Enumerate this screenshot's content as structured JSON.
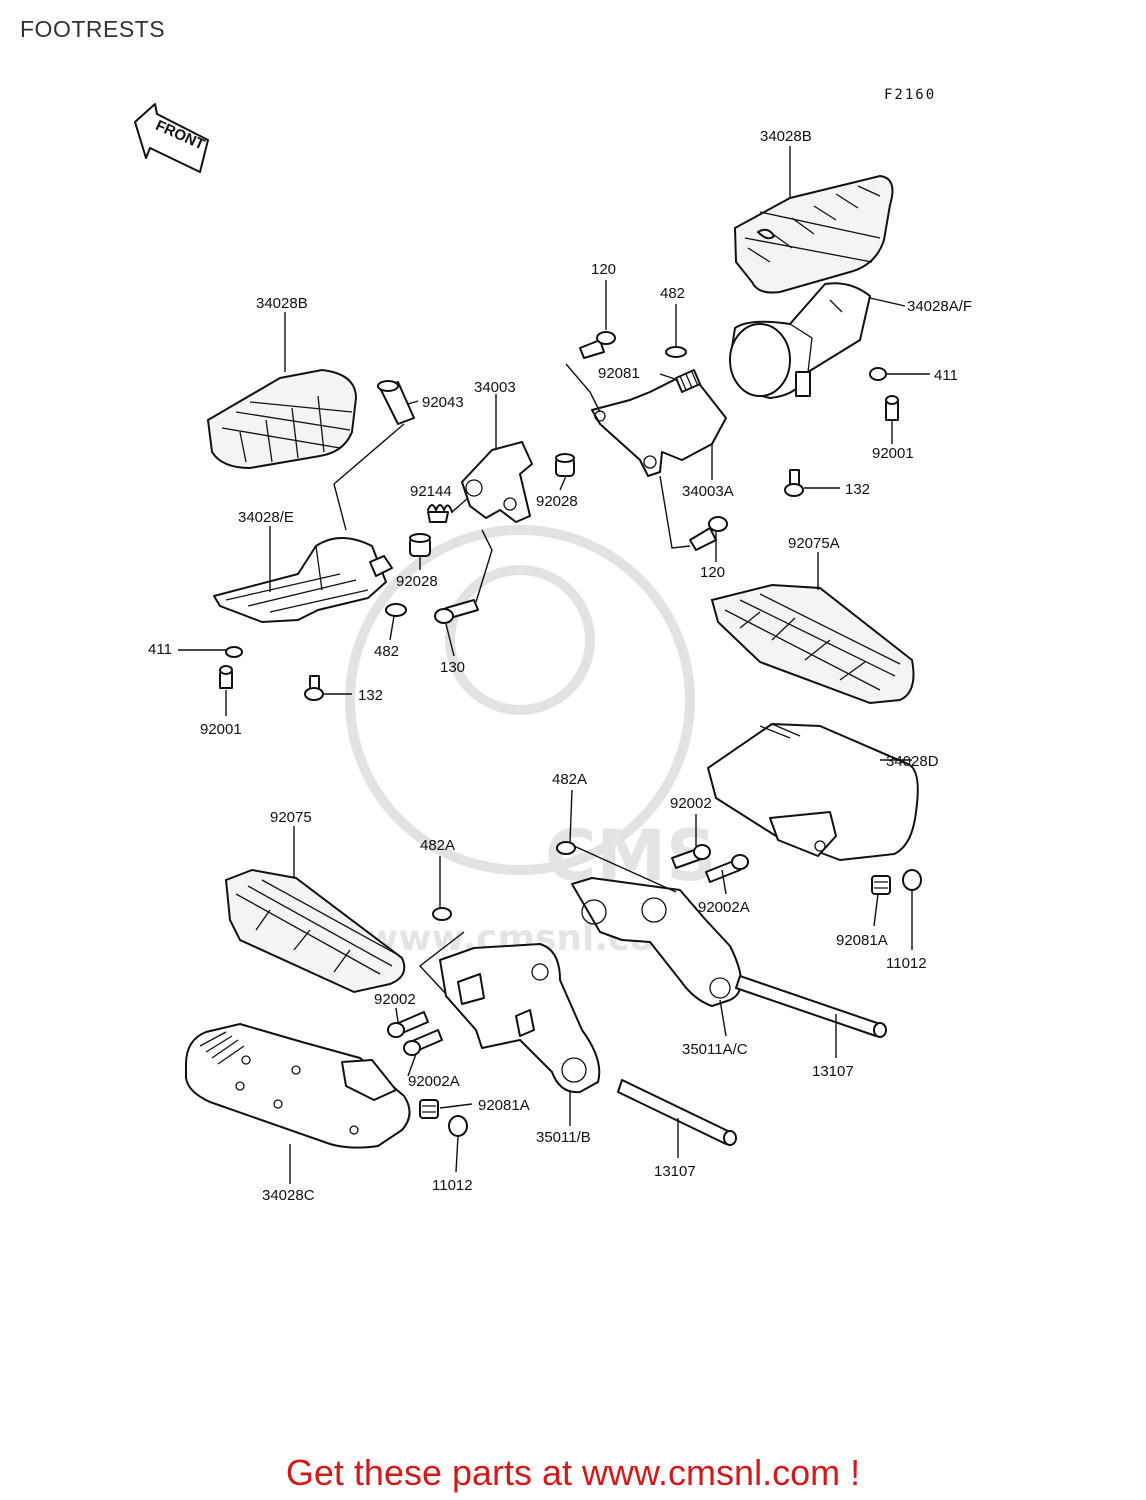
{
  "page": {
    "title": "FOOTRESTS",
    "figure_code": "F2160",
    "front_arrow_label": "FRONT",
    "footer": "Get these parts at www.cmsnl.com !",
    "footer_color": "#d11a1a"
  },
  "watermark": {
    "brand": "CMS",
    "url": "www.cmsnl.com"
  },
  "labels": {
    "p34028B_r": "34028B",
    "p120_top": "120",
    "p482_top": "482",
    "p34028AF": "34028A/F",
    "p92081_top": "92081",
    "p411_r": "411",
    "p92001_r": "92001",
    "p34003A": "34003A",
    "p132_r": "132",
    "p120_bot": "120",
    "p92075A": "92075A",
    "p34028B_l": "34028B",
    "p92043": "92043",
    "p34003": "34003",
    "p92144": "92144",
    "p92028_a": "92028",
    "p92028_b": "92028",
    "p34028E": "34028/E",
    "p482_l": "482",
    "p130": "130",
    "p411_l": "411",
    "p132_l": "132",
    "p92001_l": "92001",
    "p34028D": "34028D",
    "p482A_a": "482A",
    "p92002_r": "92002",
    "p92075": "92075",
    "p482A_b": "482A",
    "p92002A_r": "92002A",
    "p92081A_r": "92081A",
    "p11012_r": "11012",
    "p92002_l": "92002",
    "p35011AC": "35011A/C",
    "p13107_r": "13107",
    "p92002A_l": "92002A",
    "p92081A_l": "92081A",
    "p35011B": "35011/B",
    "p13107_l": "13107",
    "p34028C": "34028C",
    "p11012_l": "11012"
  }
}
